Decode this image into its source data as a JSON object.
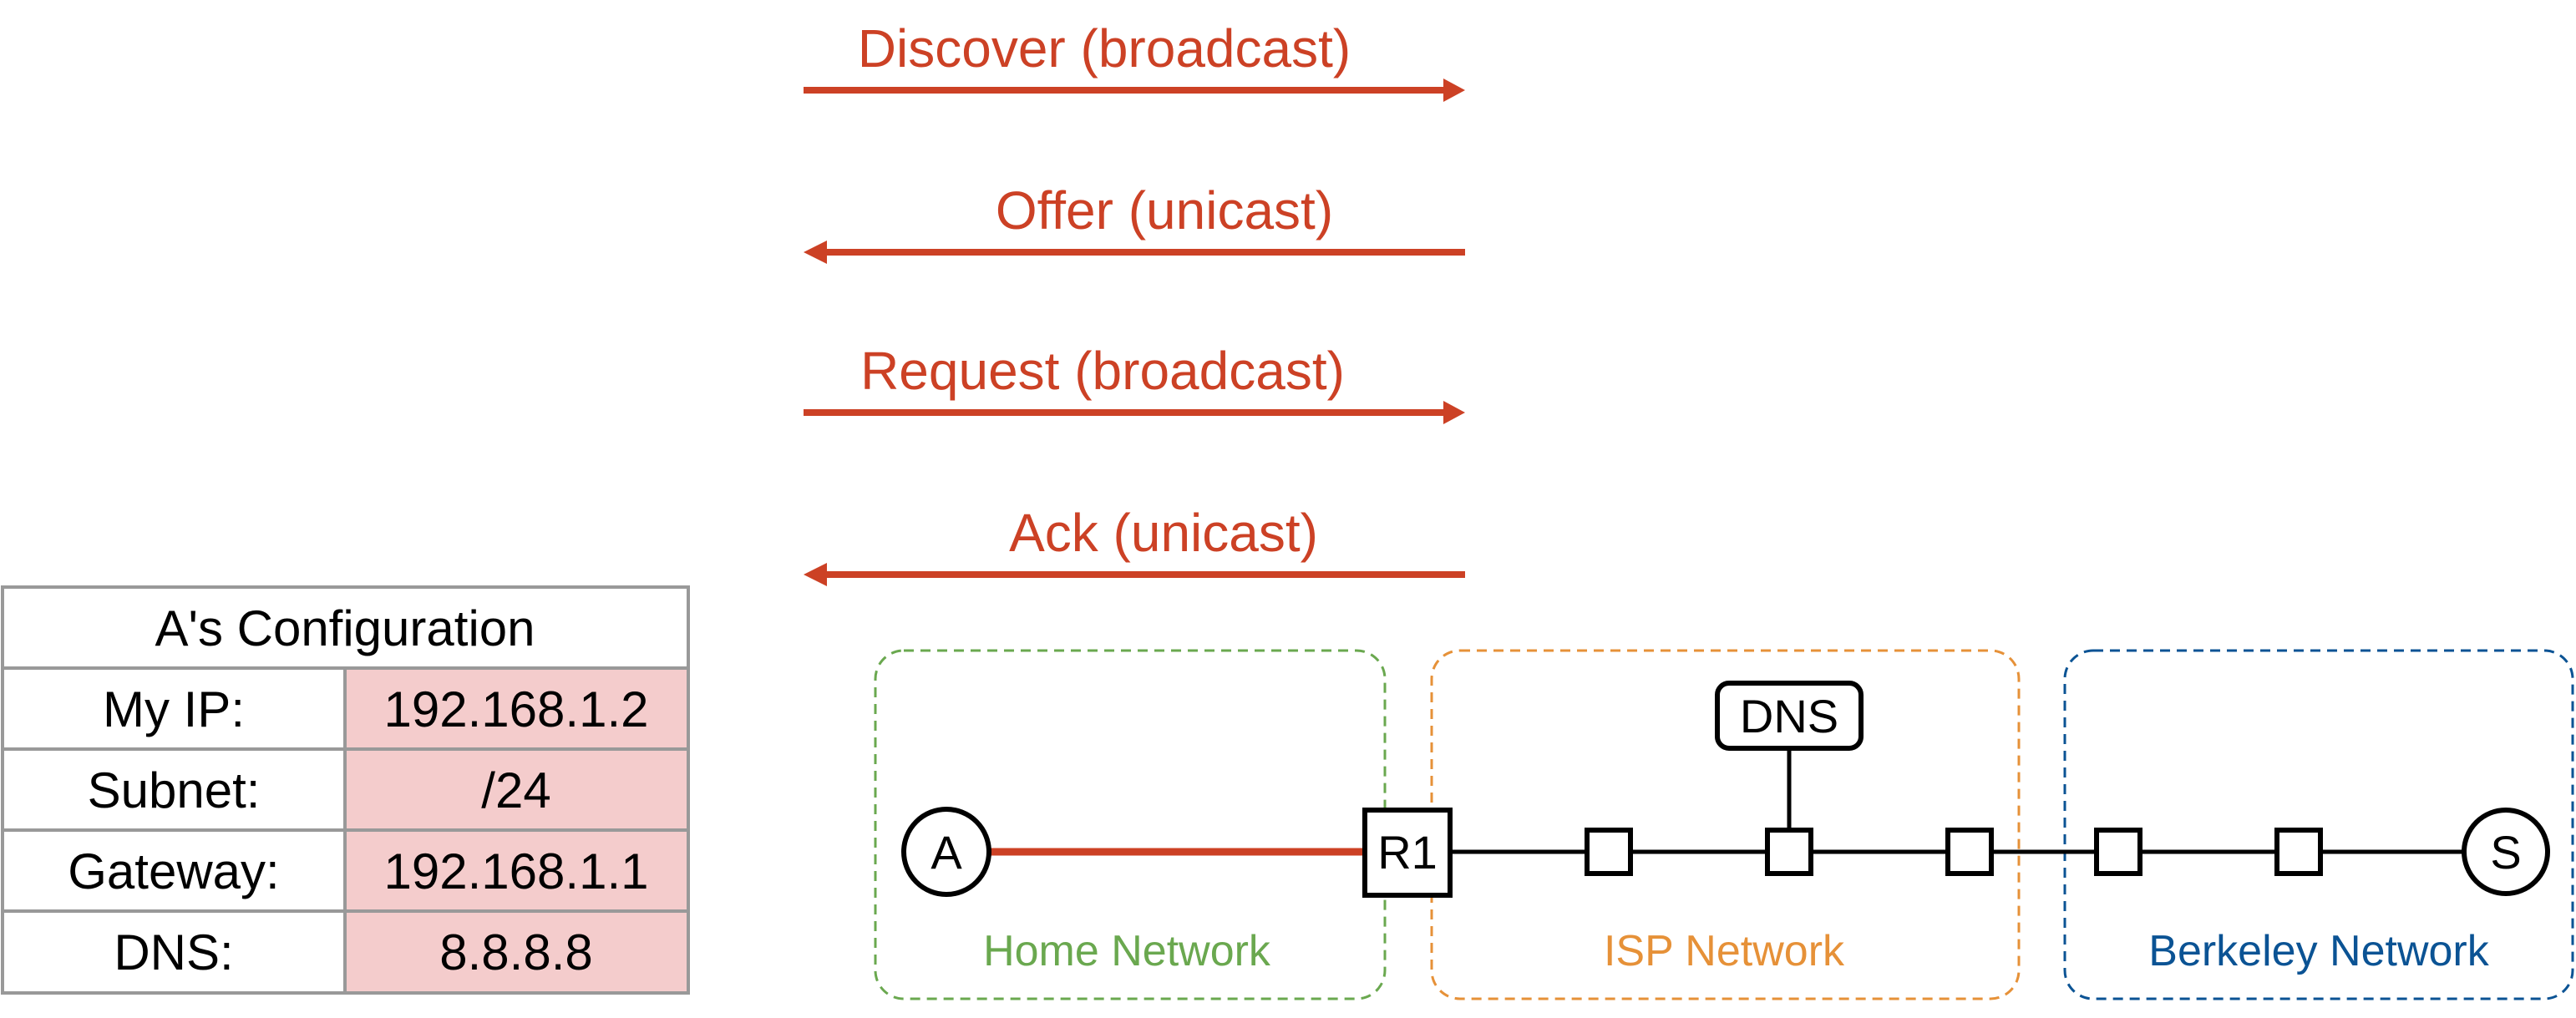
{
  "messages": [
    {
      "label": "Discover (broadcast)",
      "direction": "right"
    },
    {
      "label": "Offer (unicast)",
      "direction": "left"
    },
    {
      "label": "Request (broadcast)",
      "direction": "right"
    },
    {
      "label": "Ack (unicast)",
      "direction": "left"
    }
  ],
  "config_table": {
    "title": "A's Configuration",
    "rows": [
      {
        "label": "My IP:",
        "value": "192.168.1.2"
      },
      {
        "label": "Subnet:",
        "value": "/24"
      },
      {
        "label": "Gateway:",
        "value": "192.168.1.1"
      },
      {
        "label": "DNS:",
        "value": "8.8.8.8"
      }
    ]
  },
  "topology": {
    "host_a": "A",
    "router": "R1",
    "dns_server": "DNS",
    "server": "S",
    "networks": [
      {
        "name": "Home Network",
        "color": "#6aa84f"
      },
      {
        "name": "ISP Network",
        "color": "#e69138"
      },
      {
        "name": "Berkeley Network",
        "color": "#0b5394"
      }
    ]
  },
  "colors": {
    "message": "#cc4125",
    "highlight_cell": "#f4cccc",
    "table_border": "#999999",
    "link": "#000000",
    "home_link": "#cc4125"
  }
}
